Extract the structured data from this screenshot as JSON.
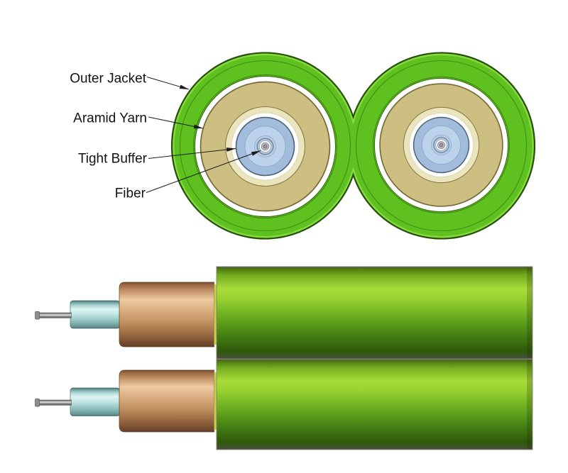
{
  "callouts": [
    {
      "id": "outer-jacket",
      "text": "Outer Jacket"
    },
    {
      "id": "aramid-yarn",
      "text": "Aramid Yarn"
    },
    {
      "id": "tight-buffer",
      "text": "Tight Buffer"
    },
    {
      "id": "fiber",
      "text": "Fiber"
    }
  ],
  "colors": {
    "background": "#ffffff",
    "label_text": "#121212",
    "leader": "#1d1d1d",
    "jacket_green": "#5ec11f",
    "jacket_outline": "#25500a",
    "jacket_highlight": "#86da40",
    "aramid_khaki": "#cdbe81",
    "aramid_cream": "#eae5bc",
    "buffer_blue": "#a2bddc",
    "buffer_blue_light": "#bdd3ec",
    "fiber_cladding_gray": "#c6c8ce",
    "fiber_core_mauve": "#a291a6",
    "side_jacket_green": "#74b524",
    "side_aramid_copper": "#c79868",
    "side_buffer_teal": "#a7d3d1",
    "side_fiber_gray": "#a8a8a8"
  }
}
